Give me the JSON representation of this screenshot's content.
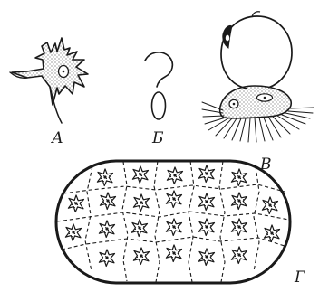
{
  "figure": {
    "labels": {
      "a": "А",
      "b": "Б",
      "v": "В",
      "g": "Г"
    }
  },
  "colors": {
    "ink": "#1a1a1a",
    "paper": "#ffffff"
  }
}
